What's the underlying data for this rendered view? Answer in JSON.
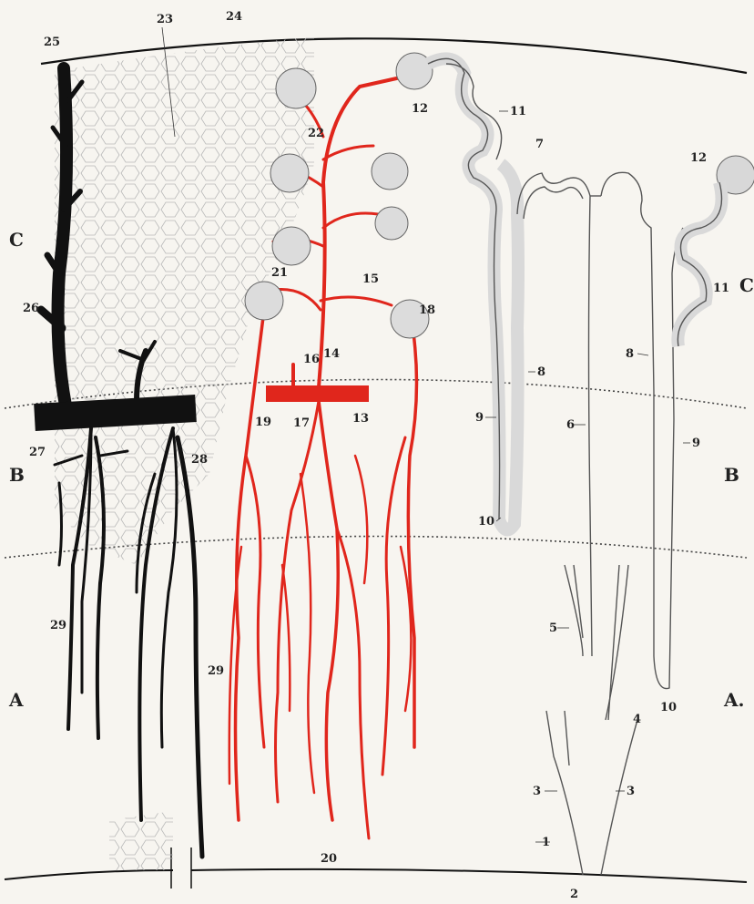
{
  "colors": {
    "background": "#f7f5f0",
    "vein": "#111111",
    "artery": "#e0261c",
    "tubule_stroke": "#555555",
    "tubule_fill": "#e4e4e4",
    "glomerulus_fill": "#dcdcdc",
    "cells": "#bbbbbb"
  },
  "zone_labels": {
    "c_left": "C",
    "c_right": "C",
    "b_left": "B",
    "b_right": "B",
    "a_left": "A",
    "a_right": "A."
  },
  "numbers": {
    "n1": "1",
    "n2": "2",
    "n3a": "3",
    "n3b": "3",
    "n4": "4",
    "n5": "5",
    "n6": "6",
    "n7": "7",
    "n8a": "8",
    "n8b": "8",
    "n9a": "9",
    "n9b": "9",
    "n10a": "10",
    "n10b": "10",
    "n11a": "11",
    "n11b": "11",
    "n12a": "12",
    "n12b": "12",
    "n13": "13",
    "n14": "14",
    "n15": "15",
    "n16": "16",
    "n17": "17",
    "n18": "18",
    "n19": "19",
    "n20": "20",
    "n21": "21",
    "n22": "22",
    "n23": "23",
    "n24": "24",
    "n25": "25",
    "n26": "26",
    "n27": "27",
    "n28": "28",
    "n29a": "29",
    "n29b": "29"
  }
}
